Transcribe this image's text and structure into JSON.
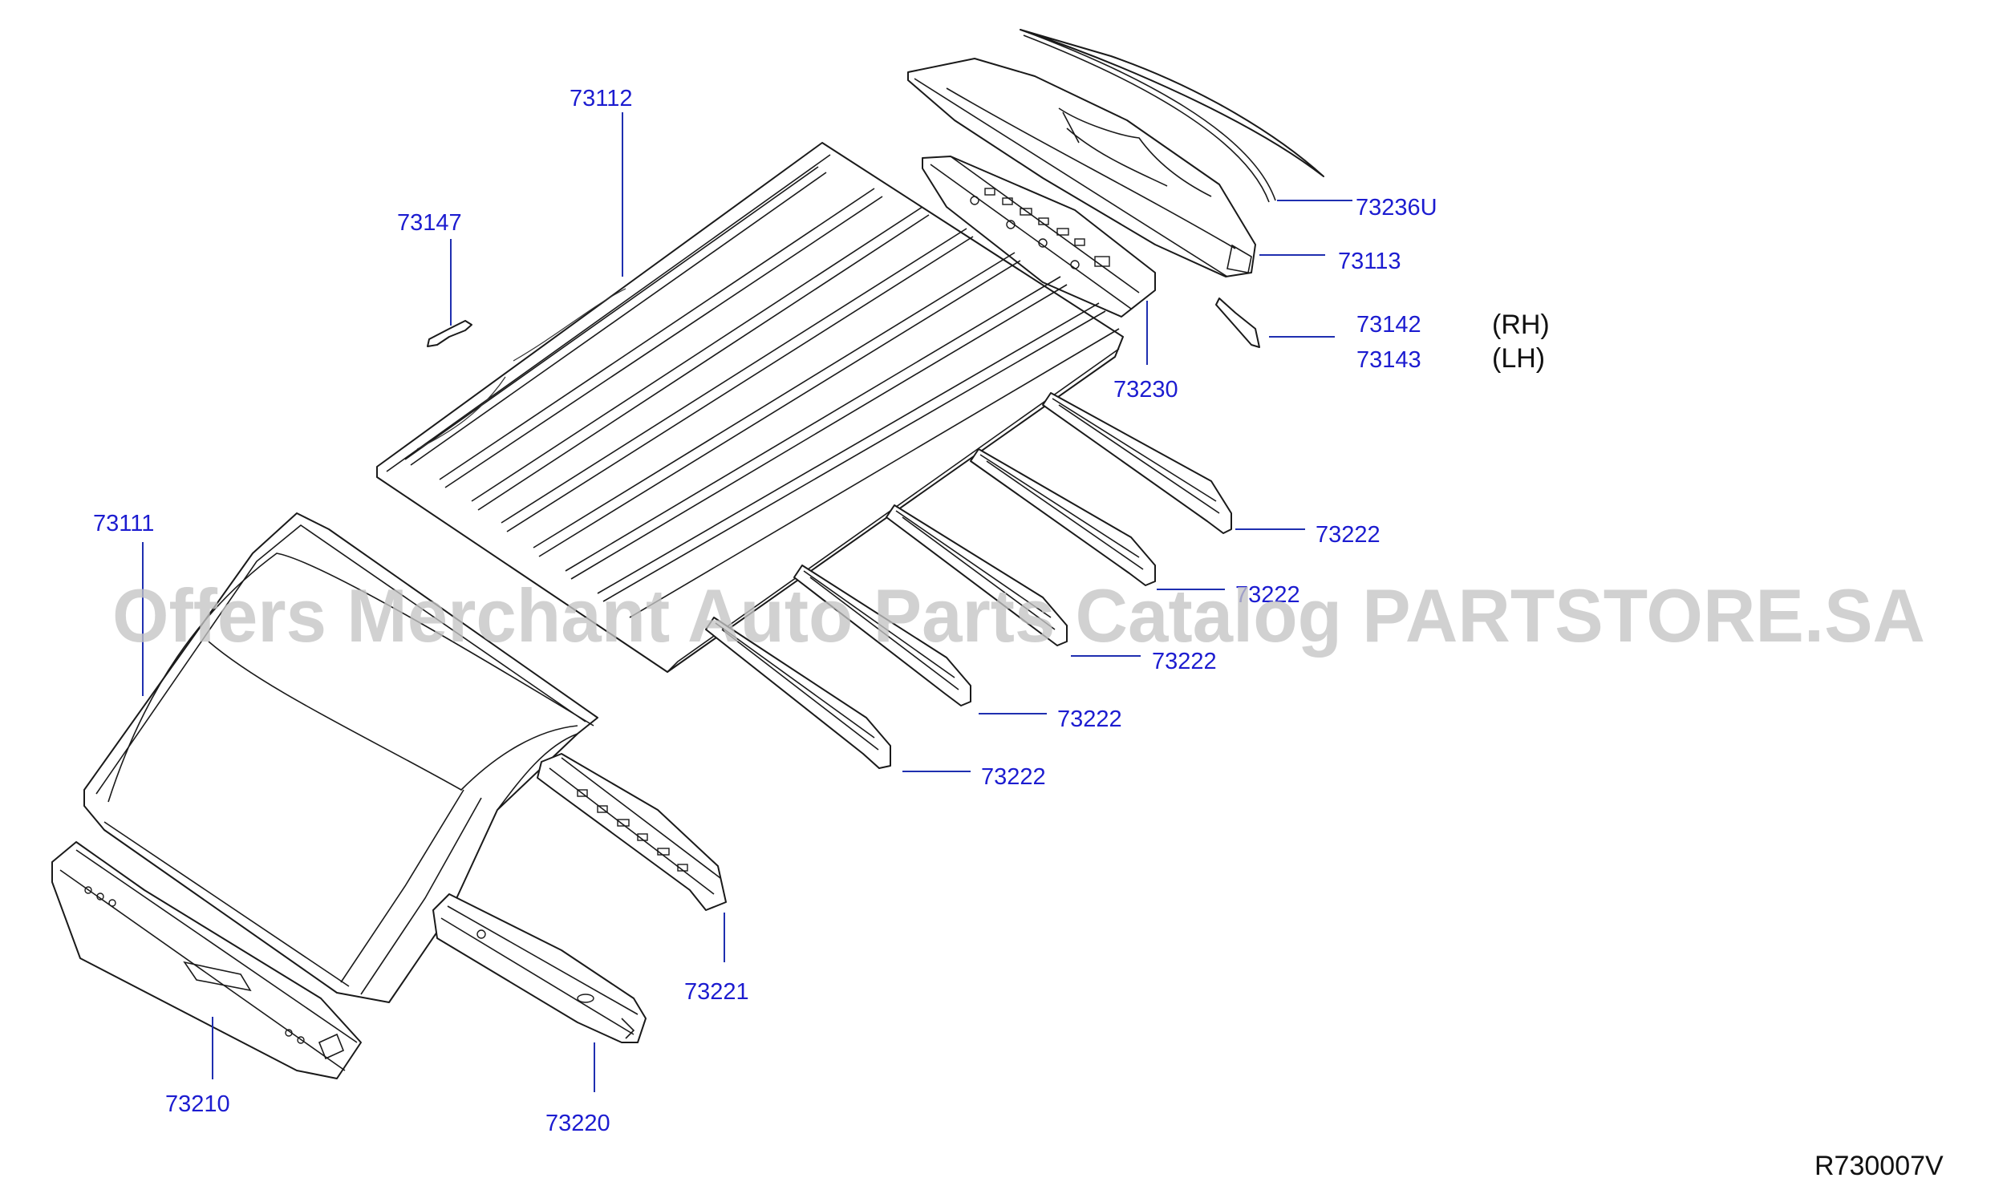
{
  "diagram": {
    "watermark": "Offers Merchant Auto Parts Catalog PARTSTORE.SA",
    "diagram_code": "R730007V",
    "callouts": [
      {
        "id": "73112",
        "label": "73112"
      },
      {
        "id": "73147",
        "label": "73147"
      },
      {
        "id": "73236U",
        "label": "73236U"
      },
      {
        "id": "73113",
        "label": "73113"
      },
      {
        "id": "73142",
        "label": "73142"
      },
      {
        "id": "73143",
        "label": "73143"
      },
      {
        "id": "73230",
        "label": "73230"
      },
      {
        "id": "73111",
        "label": "73111"
      },
      {
        "id": "73222a",
        "label": "73222"
      },
      {
        "id": "73222b",
        "label": "73222"
      },
      {
        "id": "73222c",
        "label": "73222"
      },
      {
        "id": "73222d",
        "label": "73222"
      },
      {
        "id": "73222e",
        "label": "73222"
      },
      {
        "id": "73221",
        "label": "73221"
      },
      {
        "id": "73210",
        "label": "73210"
      },
      {
        "id": "73220",
        "label": "73220"
      }
    ],
    "side_labels": {
      "rh": "(RH)",
      "lh": "(LH)"
    }
  }
}
